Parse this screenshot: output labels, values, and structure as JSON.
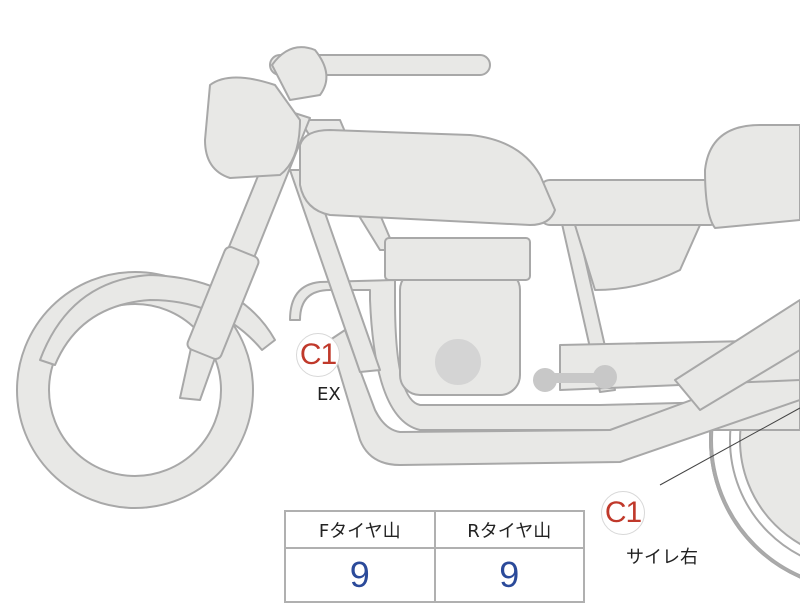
{
  "colors": {
    "body_fill": "#e8e8e6",
    "outline": "#a8a8a8",
    "badge_text": "#c0392b",
    "value_text": "#2b4a9a"
  },
  "markers": [
    {
      "code": "C1",
      "label": "EX"
    },
    {
      "code": "C1",
      "label": "サイレ右"
    }
  ],
  "tire_table": {
    "headers": [
      "Fタイヤ山",
      "Rタイヤ山"
    ],
    "values": [
      "9",
      "9"
    ]
  }
}
